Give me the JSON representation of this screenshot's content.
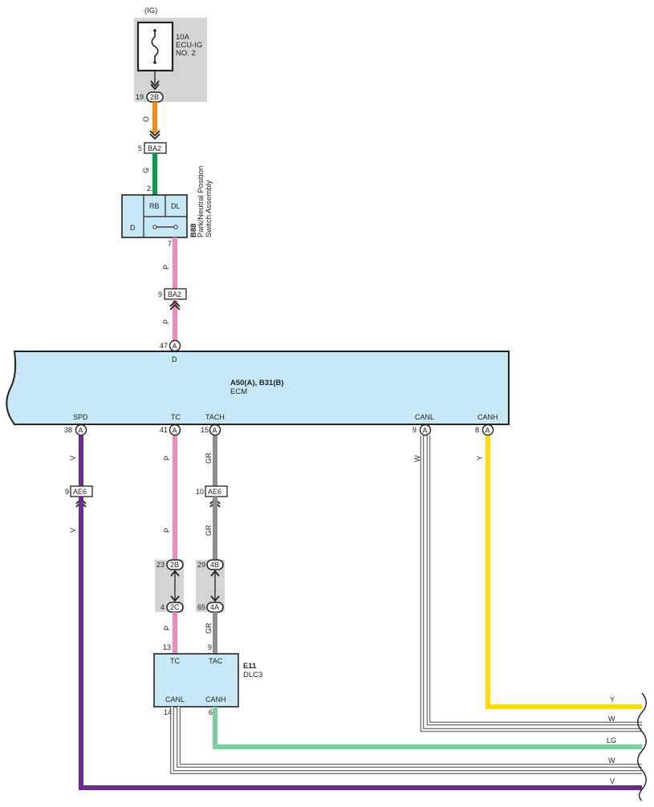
{
  "colors": {
    "orange": "#f08c1e",
    "green": "#0a9a4a",
    "pink": "#ee8ab8",
    "purple": "#6a2d8e",
    "gray": "#8e8e8e",
    "yellow": "#ffd900",
    "light_green": "#7ccf9e",
    "box_fill": "#c6e8f7",
    "shade": "#d4d4d4"
  },
  "fuse": {
    "ig_label": "(IG)",
    "rating": "10A",
    "name_line1": "ECU-IG",
    "name_line2": "NO. 2",
    "pin": "19",
    "connector": "2B"
  },
  "wires": {
    "orange": "O",
    "green": "G",
    "pink_upper_1": "P",
    "pink_upper_2": "P",
    "spd_1": "V",
    "spd_2": "V",
    "tc_1": "P",
    "tc_2": "P",
    "tc_3": "P",
    "tach_1": "GR",
    "tach_2": "GR",
    "tach_3": "GR",
    "canl_top": "W",
    "canh_top": "Y"
  },
  "connectors": {
    "ba2_upper": {
      "pin": "5",
      "name": "BA2"
    },
    "ba2_lower": {
      "pin": "9",
      "name": "BA2"
    },
    "ae6_left": {
      "pin": "9",
      "name": "AE6"
    },
    "ae6_right": {
      "pin": "10",
      "name": "AE6"
    },
    "tc_2b": {
      "pin": "23",
      "name": "2B"
    },
    "tc_2c": {
      "pin": "4",
      "name": "2C"
    },
    "tach_4b": {
      "pin": "29",
      "name": "4B"
    },
    "tach_4a": {
      "pin": "65",
      "name": "4A"
    }
  },
  "switch": {
    "id": "B88",
    "name_line1": "Park/Neutral Position",
    "name_line2": "Switch Assembly",
    "pin_top": "2",
    "pin_bottom": "7",
    "rb": "RB",
    "dl": "DL",
    "d": "D"
  },
  "ecm": {
    "id": "A50(A), B31(B)",
    "name": "ECM",
    "top_pin": "47",
    "top_conn": "A",
    "top_terminal": "D",
    "terminals": {
      "spd": {
        "label": "SPD",
        "pin": "38",
        "conn": "A"
      },
      "tc": {
        "label": "TC",
        "pin": "41",
        "conn": "A"
      },
      "tach": {
        "label": "TACH",
        "pin": "15",
        "conn": "A"
      },
      "canl": {
        "label": "CANL",
        "pin": "9",
        "conn": "A"
      },
      "canh": {
        "label": "CANH",
        "pin": "8",
        "conn": "A"
      }
    }
  },
  "dlc3": {
    "id": "E11",
    "name": "DLC3",
    "tc_label": "TC",
    "tac_label": "TAC",
    "canl_label": "CANL",
    "canh_label": "CANH",
    "tc_pin": "13",
    "tac_pin": "9",
    "canl_pin": "14",
    "canh_pin": "6"
  },
  "right_labels": {
    "y": "Y",
    "w1": "W",
    "lg": "LG",
    "w2": "W",
    "v": "V"
  }
}
